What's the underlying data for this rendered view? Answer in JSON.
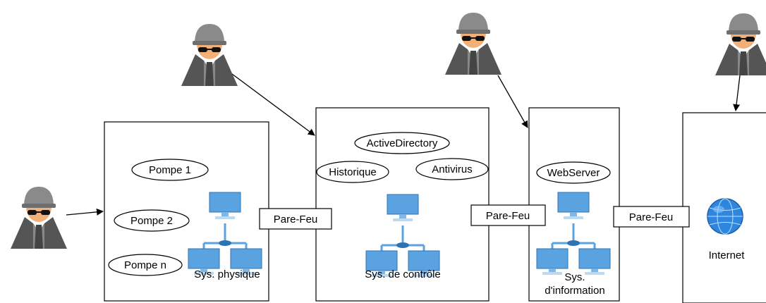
{
  "zones": {
    "physical": {
      "label": "Sys. physique",
      "items": [
        "Pompe 1",
        "Pompe 2",
        "Pompe n"
      ]
    },
    "control": {
      "label": "Sys. de contrôle",
      "items": [
        "ActiveDirectory",
        "Historique",
        "Antivirus"
      ]
    },
    "information": {
      "label_line1": "Sys.",
      "label_line2": "d'information",
      "items": [
        "WebServer"
      ]
    },
    "internet": {
      "label": "Internet"
    }
  },
  "firewalls": [
    "Pare-Feu",
    "Pare-Feu",
    "Pare-Feu"
  ],
  "icons": {
    "attacker": "hacker-icon",
    "network": "network-icon",
    "globe": "globe-icon"
  },
  "colors": {
    "monitor": "#5aa3e0",
    "monitor_dark": "#2f73b5",
    "globe": "#2e86de"
  }
}
